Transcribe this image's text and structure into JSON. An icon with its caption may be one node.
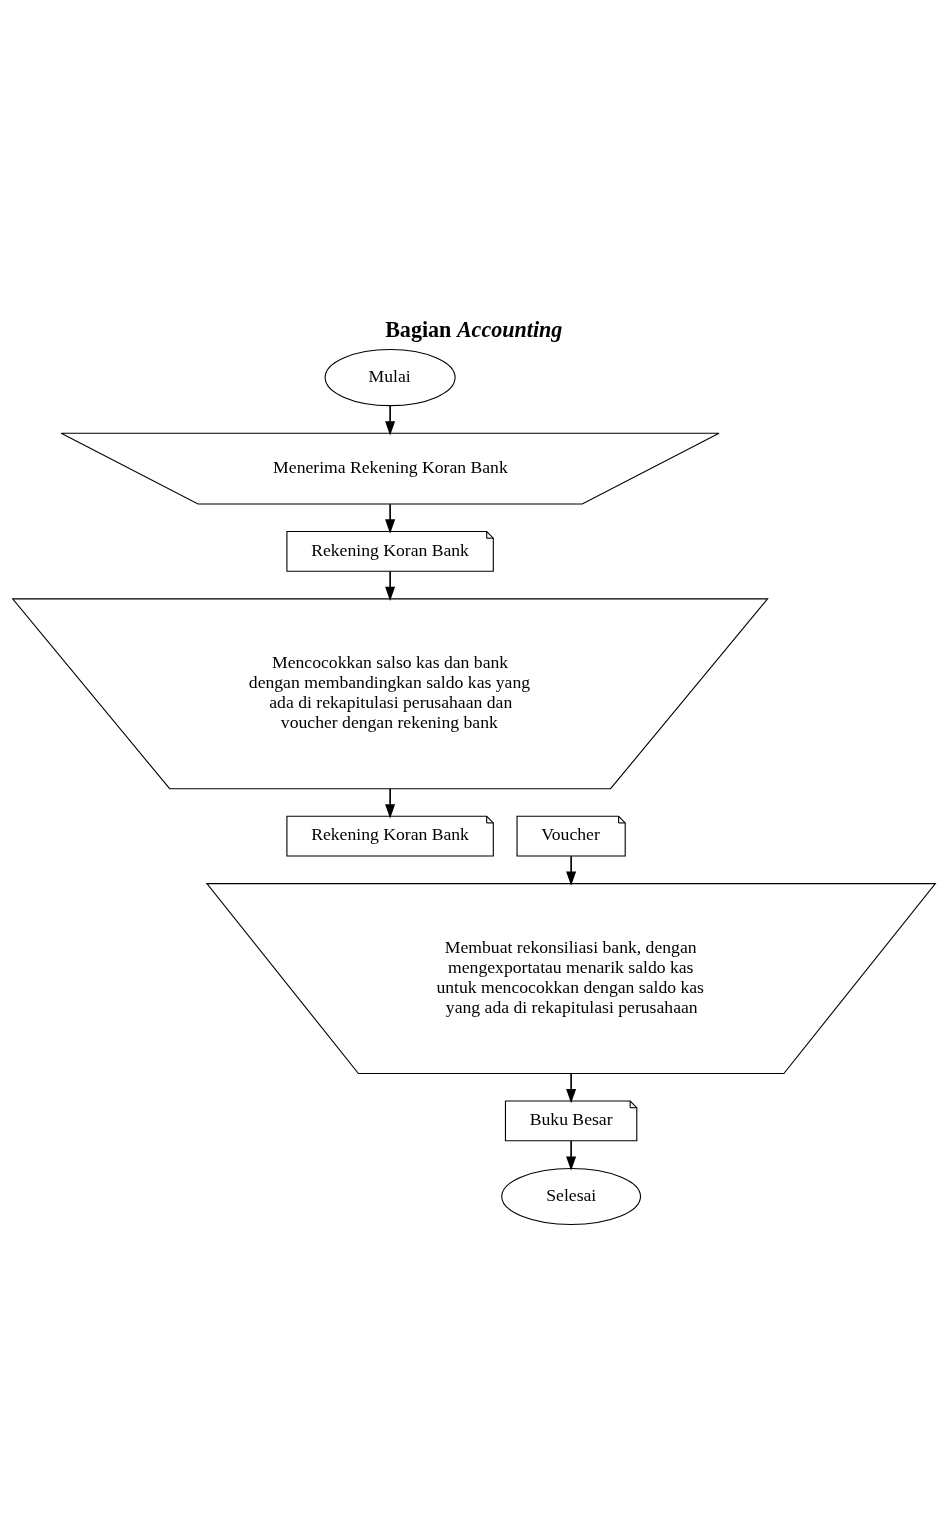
{
  "diagram": {
    "title": "Bagian *Accounting*",
    "nodes": [
      {
        "text": [
          "Mulai"
        ]
      },
      {
        "text": [
          "Menerima Rekening Koran Bank"
        ]
      },
      {
        "text": [
          "Rekening Koran Bank"
        ]
      },
      {
        "text": [
          "Mencocokkan salso kas dan bank dengan membandingkan saldo kas yang ada di rekapitulasi perusahaan dan voucher dengan rekening bank"
        ]
      },
      {
        "text": [
          "Rekening Koran Bank"
        ]
      },
      {
        "text": [
          "Voucher"
        ]
      },
      {
        "text": [
          "Membuat rekonsiliasi bank, dengan mengexportatau menarik saldo kas untuk mencocokkan dengan saldo kas yang ada di rekapitulasi perusahaan"
        ]
      },
      {
        "text": [
          "Buku Besar"
        ]
      },
      {
        "text": [
          "Selesai"
        ]
      }
    ],
    "edges": [
      {
        "from": 0,
        "to": 1,
        "arrow": "to"
      },
      {
        "from": 1,
        "to": 2,
        "arrow": "to"
      },
      {
        "from": 2,
        "to": 3,
        "arrow": "to"
      },
      {
        "from": 3,
        "to": 4,
        "arrow": "to"
      },
      {
        "from": 5,
        "to": 6,
        "arrow": "to"
      },
      {
        "from": 6,
        "to": 7,
        "arrow": "to"
      },
      {
        "from": 7,
        "to": 8,
        "arrow": "to"
      }
    ]
  }
}
